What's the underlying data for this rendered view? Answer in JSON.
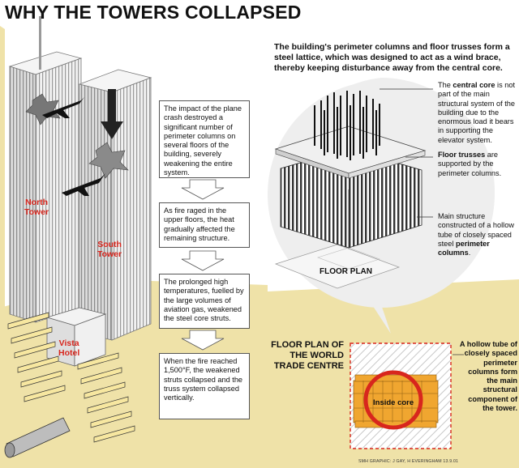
{
  "title": "WHY THE TOWERS COLLAPSED",
  "intro": "The building's perimeter columns and floor trusses form a steel lattice, which was designed to act as a wind brace, thereby keeping disturbance away from the central core.",
  "steps": [
    "The impact of the plane crash destroyed a significant number of perimeter columns on several floors of the building, severely weakening the entire system.",
    "As fire raged in the upper floors, the heat gradually affected the remaining structure.",
    "The prolonged high temperatures, fuelled by the large volumes of aviation gas, weakened the steel core struts.",
    "When the fire reached 1,500°F, the weakened struts collapsed and the truss system collapsed vertically."
  ],
  "tower_labels": {
    "north": [
      "North",
      "Tower"
    ],
    "south": [
      "South",
      "Tower"
    ],
    "hotel": [
      "Vista",
      "Hotel"
    ]
  },
  "notes": {
    "core": {
      "pre": "The ",
      "bold": "central core",
      "post": " is not part of the main structural system of the building due to the enormous load it bears in supporting the elevator system."
    },
    "trusses": {
      "bold": "Floor trusses",
      "post": " are supported by the perimeter columns."
    },
    "perimeter": {
      "pre": "Main structure constructed of a hollow tube of closely spaced steel ",
      "bold": "perimeter columns",
      "post": "."
    }
  },
  "floor_plan_label": "FLOOR PLAN",
  "floor_plan_title": "FLOOR PLAN OF THE WORLD TRADE CENTRE",
  "floor_plan_note": "A hollow tube of closely spaced perimeter columns form the main structural component of the tower.",
  "inside_core": "Inside core",
  "credit": "SMH GRAPHIC: J GAY, H EVERINGHAM 13.9.01",
  "colors": {
    "red": "#d8261d",
    "orange": "#f0a630",
    "sand": "#efe2a8",
    "tower": "#e6e6e6"
  }
}
